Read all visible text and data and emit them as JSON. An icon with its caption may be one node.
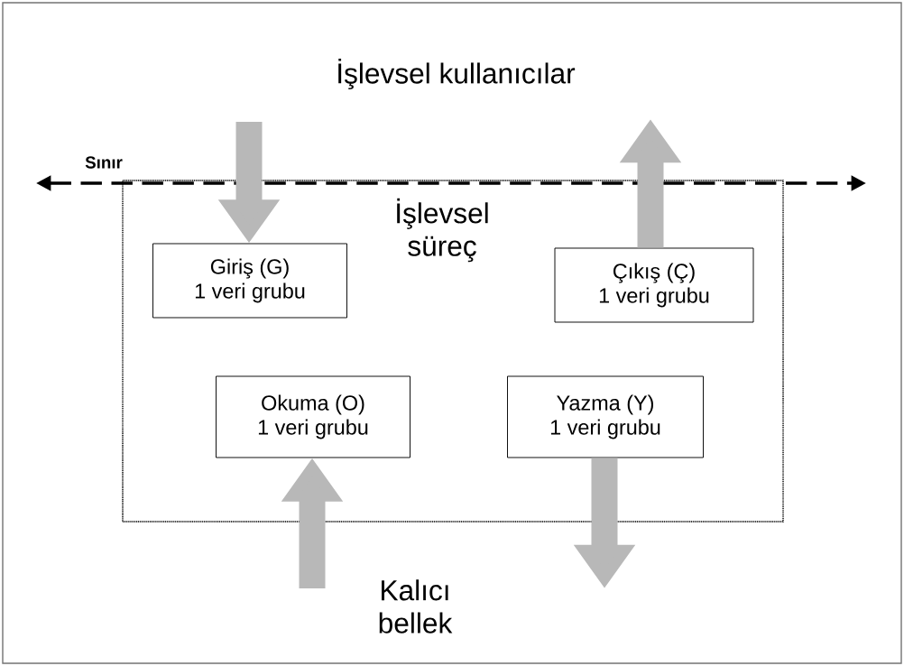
{
  "diagram": {
    "nodes": [
      {
        "text": [
          "İşlevsel süreç"
        ]
      },
      {
        "text": [
          "Giriş (G)",
          "1 veri grubu"
        ],
        "in": 0
      },
      {
        "text": [
          "Çıkış (Ç)",
          "1 veri grubu"
        ],
        "in": 0
      },
      {
        "text": [
          "Okuma (O)",
          "1 veri grubu"
        ],
        "in": 0
      },
      {
        "text": [
          "Yazma (Y)",
          "1 veri grubu"
        ],
        "in": 0
      }
    ],
    "edges": [
      {
        "from": null,
        "to": 1,
        "arrow": "to"
      },
      {
        "from": 2,
        "to": null,
        "arrow": "to"
      },
      {
        "from": null,
        "to": 3,
        "arrow": "to"
      },
      {
        "from": 4,
        "to": null,
        "arrow": "to"
      }
    ],
    "labels": [
      "İşlevsel kullanıcılar",
      "Sınır",
      "Kalıcı bellek"
    ]
  }
}
